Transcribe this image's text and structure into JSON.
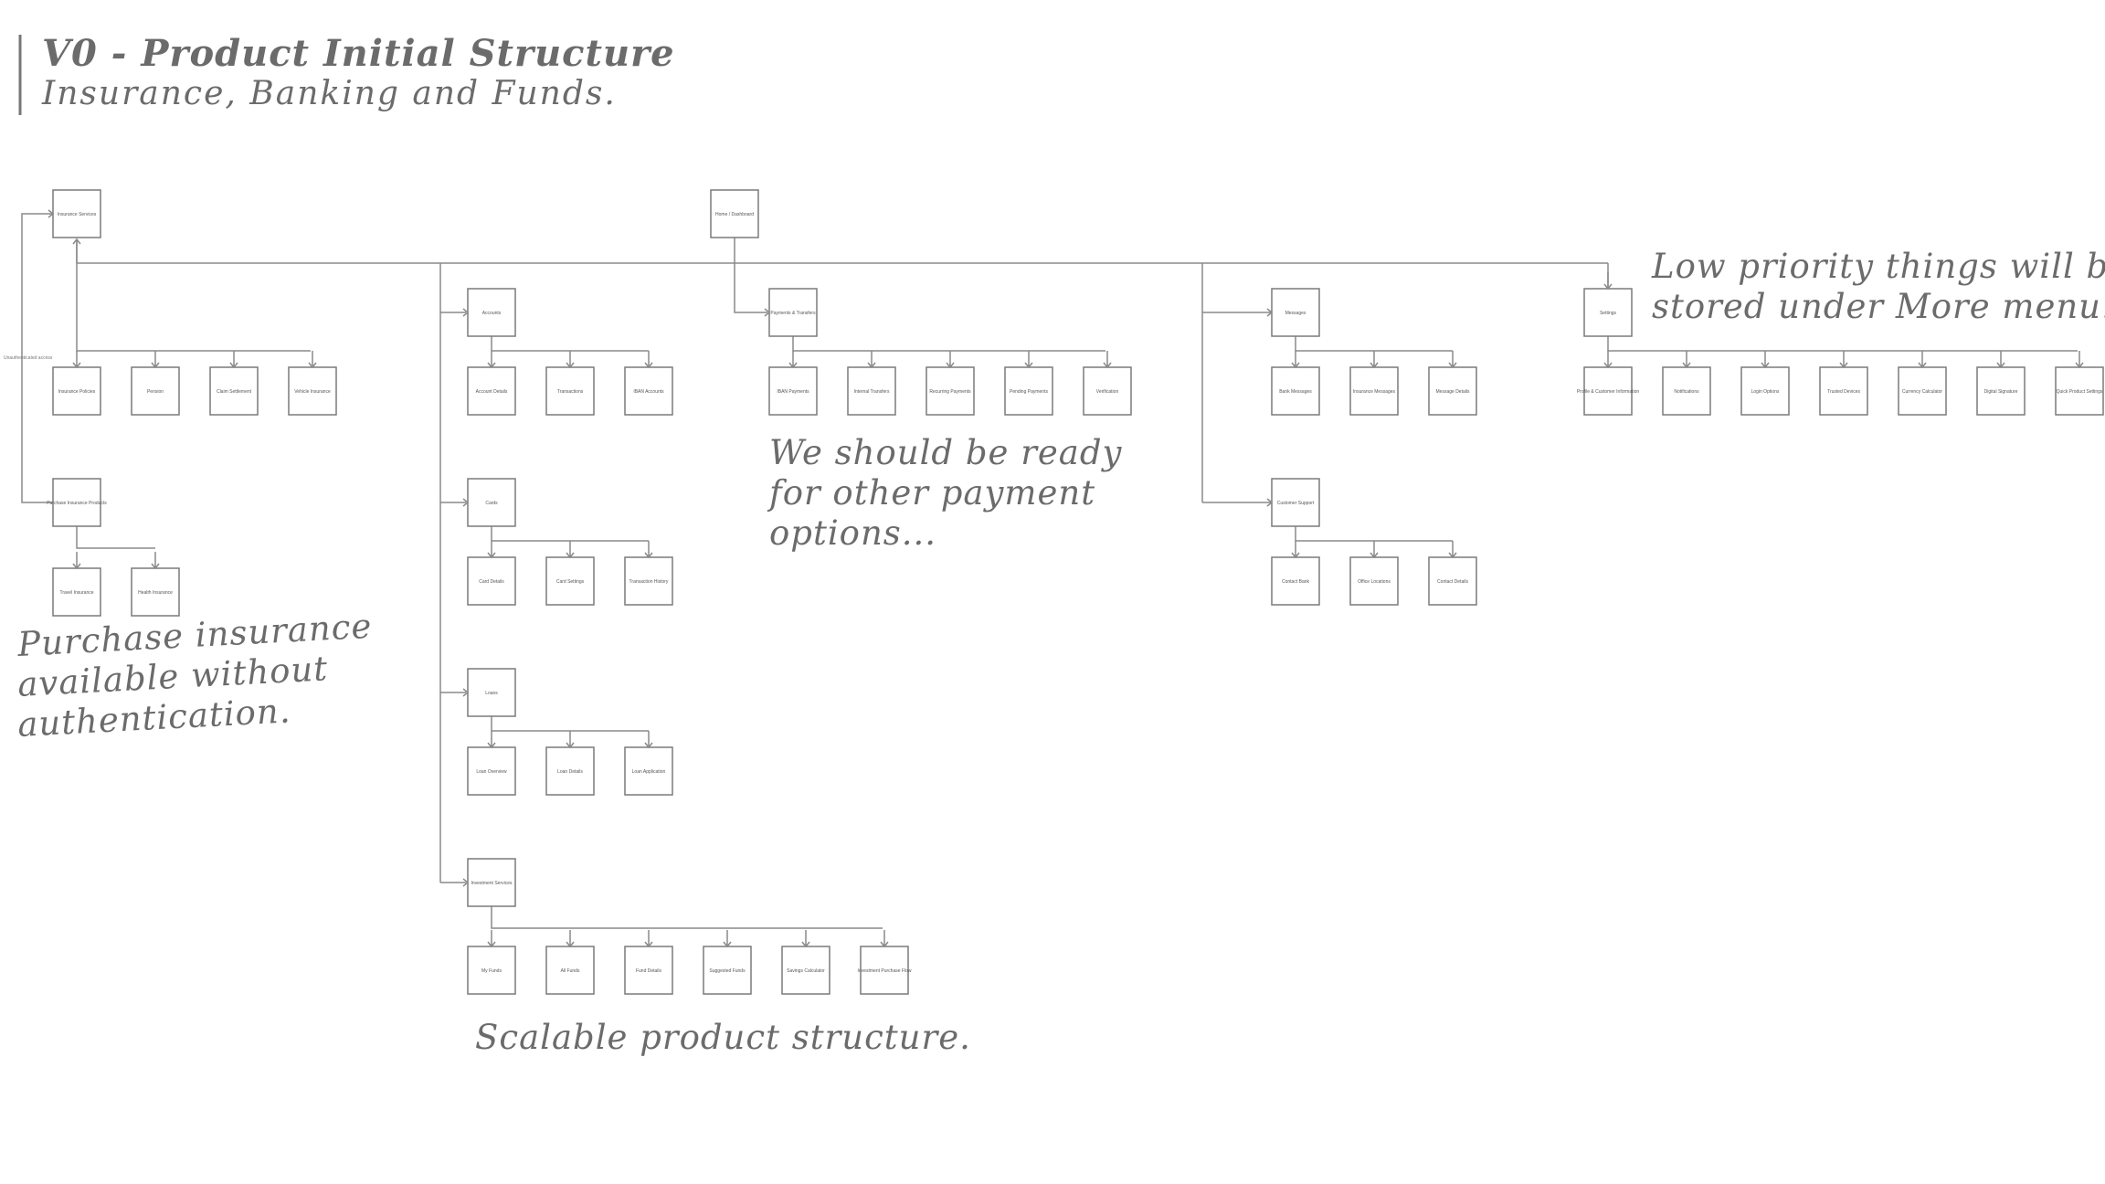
{
  "header": {
    "title": "V0 - Product Initial Structure",
    "subtitle": "Insurance, Banking and Funds."
  },
  "notes": {
    "payment_options": [
      "We should be ready",
      "for other payment",
      "options..."
    ],
    "purchase_insurance": [
      "Purchase insurance",
      "available without",
      "authentication."
    ],
    "scalable": [
      "Scalable product structure."
    ],
    "low_priority": [
      "Low priority things will be",
      "stored under More menu."
    ]
  },
  "edge_labels": {
    "unauthenticated": "Unauthenticated access"
  },
  "nodes": {
    "home": "Home / Dashboard",
    "insurance_services": "Insurance Services",
    "insurance_policies": "Insurance Policies",
    "pension": "Pension",
    "claim_settlement": "Claim Settlement",
    "vehicle_insurance": "Vehicle Insurance",
    "purchase_insurance": "Purchase Insurance Products",
    "travel_insurance": "Travel Insurance",
    "health_insurance": "Health Insurance",
    "accounts": "Accounts",
    "account_details": "Account Details",
    "transactions": "Transactions",
    "iban_accounts": "IBAN Accounts",
    "cards": "Cards",
    "card_details": "Card Details",
    "card_settings": "Card Settings",
    "transaction_history": "Transaction History",
    "loans": "Loans",
    "loan_overview": "Loan Overview",
    "loan_details": "Loan Details",
    "loan_application": "Loan Application",
    "investment_services": "Investment Services",
    "my_funds": "My Funds",
    "all_funds": "All Funds",
    "fund_details": "Fund Details",
    "suggested_funds": "Suggested Funds",
    "savings_calculator": "Savings Calculator",
    "investment_purchase": "Investment Purchase Flow",
    "payments_transfers": "Payments & Transfers",
    "iban_payments": "IBAN Payments",
    "internal_transfers": "Internal Transfers",
    "recurring_payments": "Recurring Payments",
    "pending_payments": "Pending Payments",
    "verification": "Verification",
    "messages": "Messages",
    "bank_messages": "Bank Messages",
    "insurance_messages": "Insurance Messages",
    "message_details": "Message Details",
    "customer_support": "Customer Support",
    "contact_bank": "Contact Bank",
    "office_locations": "Office Locations",
    "contact_details": "Contact Details",
    "settings": "Settings",
    "profile_info": "Profile & Customer Information",
    "notifications": "Notifications",
    "login_options": "Login Options",
    "trusted_devices": "Trusted Devices",
    "currency_calculator": "Currency Calculator",
    "digital_signature": "Digital Signature",
    "quick_product_settings": "Quick Product Settings"
  }
}
